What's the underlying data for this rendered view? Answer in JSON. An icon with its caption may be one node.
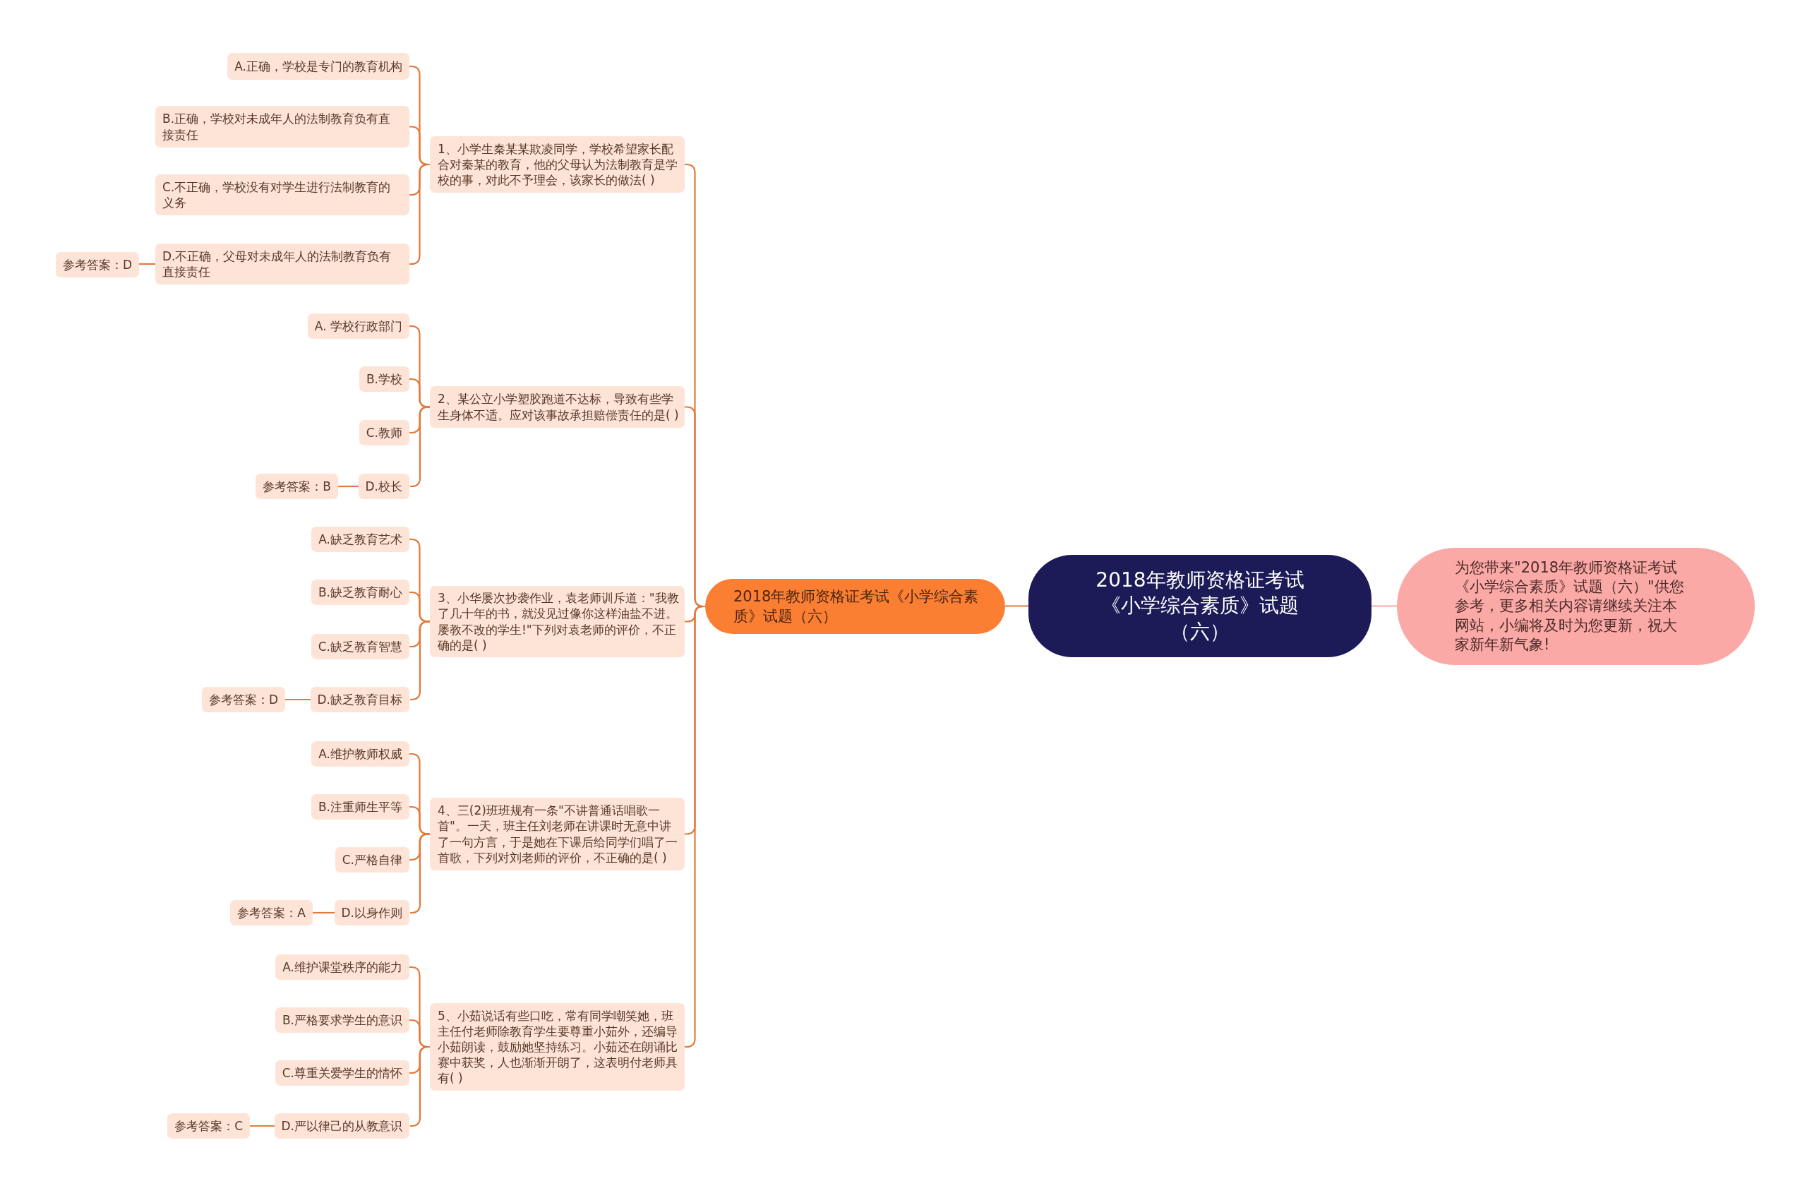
{
  "diagram": {
    "nodes": [
      {
        "text": [
          "2018年教师资格证考试《小学综合素质》试题（六）"
        ]
      },
      {
        "text": [
          "为您带来\"2018年教师资格证考试《小学综合素质》试题（六）\"供您参考，更多相关内容请继续关注本网站，小编将及时为您更新，祝大家新年新气象!"
        ]
      },
      {
        "text": [
          "2018年教师资格证考试《小学综合素质》试题（六）"
        ]
      },
      {
        "text": [
          "1、小学生秦某某欺凌同学，学校希望家长配合对秦某的教育，他的父母认为法制教育是学校的事，对此不予理会，该家长的做法( )"
        ]
      },
      {
        "text": [
          "A.正确，学校是专门的教育机构"
        ]
      },
      {
        "text": [
          "B.正确，学校对未成年人的法制教育负有直接责任"
        ]
      },
      {
        "text": [
          "C.不正确，学校没有对学生进行法制教育的义务"
        ]
      },
      {
        "text": [
          "D.不正确，父母对未成年人的法制教育负有直接责任"
        ]
      },
      {
        "text": [
          "参考答案：D"
        ]
      },
      {
        "text": [
          "2、某公立小学塑胶跑道不达标，导致有些学生身体不适。应对该事故承担赔偿责任的是( )"
        ]
      },
      {
        "text": [
          "A. 学校行政部门"
        ]
      },
      {
        "text": [
          "B.学校"
        ]
      },
      {
        "text": [
          "C.教师"
        ]
      },
      {
        "text": [
          "D.校长"
        ]
      },
      {
        "text": [
          "参考答案：B"
        ]
      },
      {
        "text": [
          "3、小华屡次抄袭作业，袁老师训斥道：\"我教了几十年的书，就没见过像你这样油盐不进。屡教不改的学生!\"下列对袁老师的评价，不正确的是( )"
        ]
      },
      {
        "text": [
          "A.缺乏教育艺术"
        ]
      },
      {
        "text": [
          "B.缺乏教育耐心"
        ]
      },
      {
        "text": [
          "C.缺乏教育智慧"
        ]
      },
      {
        "text": [
          "D.缺乏教育目标"
        ]
      },
      {
        "text": [
          "参考答案：D"
        ]
      },
      {
        "text": [
          "4、三(2)班班规有一条\"不讲普通话唱歌一首\"。一天，班主任刘老师在讲课时无意中讲了一句方言，于是她在下课后给同学们唱了一首歌，下列对刘老师的评价，不正确的是( )"
        ]
      },
      {
        "text": [
          "A.维护教师权威"
        ]
      },
      {
        "text": [
          "B.注重师生平等"
        ]
      },
      {
        "text": [
          "C.严格自律"
        ]
      },
      {
        "text": [
          "D.以身作则"
        ]
      },
      {
        "text": [
          "参考答案：A"
        ]
      },
      {
        "text": [
          "5、小茹说话有些口吃，常有同学嘲笑她，班主任付老师除教育学生要尊重小茹外，还编导小茹朗读，鼓励她坚持练习。小茹还在朗诵比赛中获奖，人也渐渐开朗了，这表明付老师具有( )"
        ]
      },
      {
        "text": [
          "A.维护课堂秩序的能力"
        ]
      },
      {
        "text": [
          "B.严格要求学生的意识"
        ]
      },
      {
        "text": [
          "C.尊重关爱学生的情怀"
        ]
      },
      {
        "text": [
          "D.严以律己的从教意识"
        ]
      },
      {
        "text": [
          "参考答案：C"
        ]
      }
    ],
    "edges": [
      {
        "from": 0,
        "to": 1,
        "arrow": "none",
        "color": "#f7a8a5"
      },
      {
        "from": 0,
        "to": 2,
        "arrow": "none"
      },
      {
        "from": 2,
        "to": 3,
        "arrow": "none"
      },
      {
        "from": 2,
        "to": 9,
        "arrow": "none"
      },
      {
        "from": 2,
        "to": 15,
        "arrow": "none"
      },
      {
        "from": 2,
        "to": 21,
        "arrow": "none"
      },
      {
        "from": 2,
        "to": 27,
        "arrow": "none"
      },
      {
        "from": 3,
        "to": 4,
        "arrow": "none"
      },
      {
        "from": 3,
        "to": 5,
        "arrow": "none"
      },
      {
        "from": 3,
        "to": 6,
        "arrow": "none"
      },
      {
        "from": 3,
        "to": 7,
        "arrow": "none"
      },
      {
        "from": 7,
        "to": 8,
        "arrow": "none"
      },
      {
        "from": 9,
        "to": 10,
        "arrow": "none"
      },
      {
        "from": 9,
        "to": 11,
        "arrow": "none"
      },
      {
        "from": 9,
        "to": 12,
        "arrow": "none"
      },
      {
        "from": 9,
        "to": 13,
        "arrow": "none"
      },
      {
        "from": 13,
        "to": 14,
        "arrow": "none"
      },
      {
        "from": 15,
        "to": 16,
        "arrow": "none"
      },
      {
        "from": 15,
        "to": 17,
        "arrow": "none"
      },
      {
        "from": 15,
        "to": 18,
        "arrow": "none"
      },
      {
        "from": 15,
        "to": 19,
        "arrow": "none"
      },
      {
        "from": 19,
        "to": 20,
        "arrow": "none"
      },
      {
        "from": 21,
        "to": 22,
        "arrow": "none"
      },
      {
        "from": 21,
        "to": 23,
        "arrow": "none"
      },
      {
        "from": 21,
        "to": 24,
        "arrow": "none"
      },
      {
        "from": 21,
        "to": 25,
        "arrow": "none"
      },
      {
        "from": 25,
        "to": 26,
        "arrow": "none"
      },
      {
        "from": 27,
        "to": 28,
        "arrow": "none"
      },
      {
        "from": 27,
        "to": 29,
        "arrow": "none"
      },
      {
        "from": 27,
        "to": 30,
        "arrow": "none"
      },
      {
        "from": 27,
        "to": 31,
        "arrow": "none"
      },
      {
        "from": 31,
        "to": 32,
        "arrow": "none"
      }
    ]
  }
}
